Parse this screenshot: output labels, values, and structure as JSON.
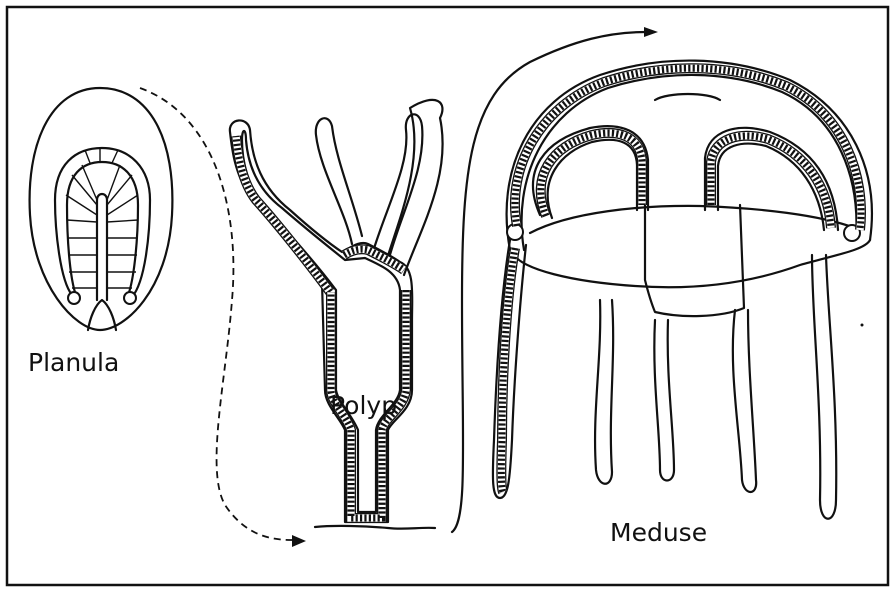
{
  "labels": {
    "planula": "Planula",
    "polyp": "Polyp",
    "meduse": "Meduse"
  }
}
